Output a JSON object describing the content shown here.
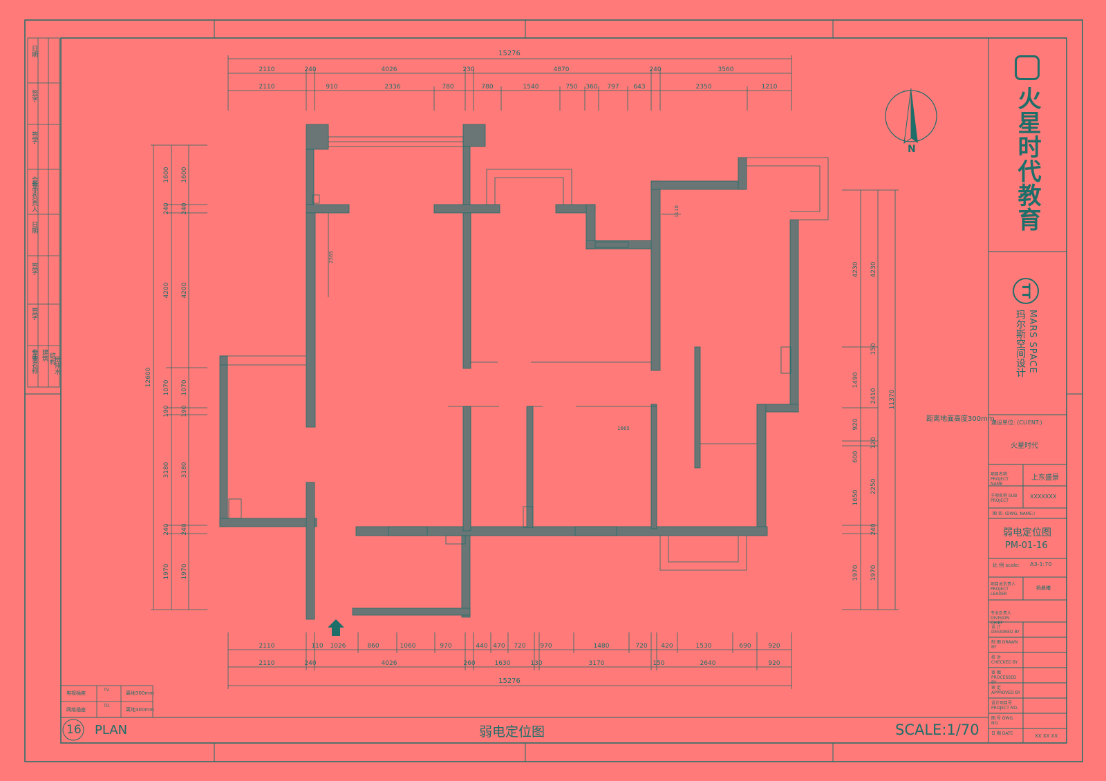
{
  "drawing": {
    "sheet_number": "16",
    "view_label": "PLAN",
    "title": "弱电定位图",
    "scale": "SCALE:1/70",
    "north_label": "N",
    "note_height": "距离地面高度300mm"
  },
  "dimensions": {
    "top_total": "15276",
    "top_row1": [
      "2110",
      "240",
      "4026",
      "230",
      "4870",
      "240",
      "3560"
    ],
    "top_row2": [
      "2110",
      "910",
      "2336",
      "780",
      "780",
      "1540",
      "750",
      "360",
      "797",
      "643",
      "2350",
      "1210"
    ],
    "bottom_row1": [
      "2110",
      "110",
      "1026",
      "860",
      "1060",
      "970",
      "440",
      "470",
      "720",
      "970",
      "1480",
      "720",
      "420",
      "1530",
      "690",
      "920"
    ],
    "bottom_row2": [
      "2110",
      "240",
      "4026",
      "260",
      "1630",
      "130",
      "3170",
      "150",
      "2640",
      "920"
    ],
    "bottom_total": "15276",
    "left_total": "12600",
    "left_col": [
      "1600",
      "240",
      "4200",
      "1070",
      "190",
      "3180",
      "240",
      "1970"
    ],
    "right_total": "11370",
    "right_col1": [
      "4230",
      "1490",
      "920",
      "600",
      "1650",
      "1970"
    ],
    "right_col2": [
      "4230",
      "150",
      "2410",
      "120",
      "2250",
      "240",
      "1970"
    ],
    "interior": [
      "2365",
      "1110",
      "1665"
    ]
  },
  "legend": {
    "rows": [
      {
        "name": "电视插座",
        "symbol": "TV",
        "note": "离地300mm"
      },
      {
        "name": "网络插座",
        "symbol": "TD",
        "note": "离地300mm"
      }
    ]
  },
  "left_strip": {
    "texts": [
      "日期",
      "签字",
      "签字",
      "会签",
      "专业负责人",
      "日期",
      "签字",
      "签字",
      "会签",
      "专业名称",
      "建筑",
      "结构",
      "给排水"
    ]
  },
  "title_block": {
    "brand_name": "火星时代教育",
    "partner_name_en": "MARS SPACE",
    "partner_name_cn": "玛尔斯空间设计",
    "client_label": "建设单位: (CLIENT:)",
    "client_value": "火星时代",
    "project_label": "项目名称 PROJECT NAME",
    "project_value": "上东盛景",
    "sub_project_label": "子项名称 SUB PROJECT",
    "sub_project_value": "XXXXXXX",
    "drawing_name_label": "图 名: (DWG. NAME:)",
    "drawing_name": "弱电定位图",
    "drawing_code": "PM-01-16",
    "scale_label": "比 例 scale:",
    "scale_value": "A3-1:70",
    "leader_label": "项目总负责人 PROJECT LEADER",
    "leader_value": "杨晨曦",
    "chief_label": "专业负责人 DIVISION CHIEF",
    "rows": [
      {
        "label": "设 计 DESIGNED BY",
        "value": ""
      },
      {
        "label": "制 图 DRAWN BY",
        "value": ""
      },
      {
        "label": "校 对 CHECKED BY",
        "value": ""
      },
      {
        "label": "审 图 PROCESSED BY",
        "value": ""
      },
      {
        "label": "审 定 APPROVED BY",
        "value": ""
      },
      {
        "label": "设计项目号 PROJECT NO.",
        "value": ""
      },
      {
        "label": "图 号 DWG. NO.",
        "value": ""
      },
      {
        "label": "日 期 DATE",
        "value": "XX XX XX"
      }
    ]
  },
  "colors": {
    "background": "#FF7A78",
    "line": "#1E6E6A",
    "wall_fill": "#6A7676"
  }
}
